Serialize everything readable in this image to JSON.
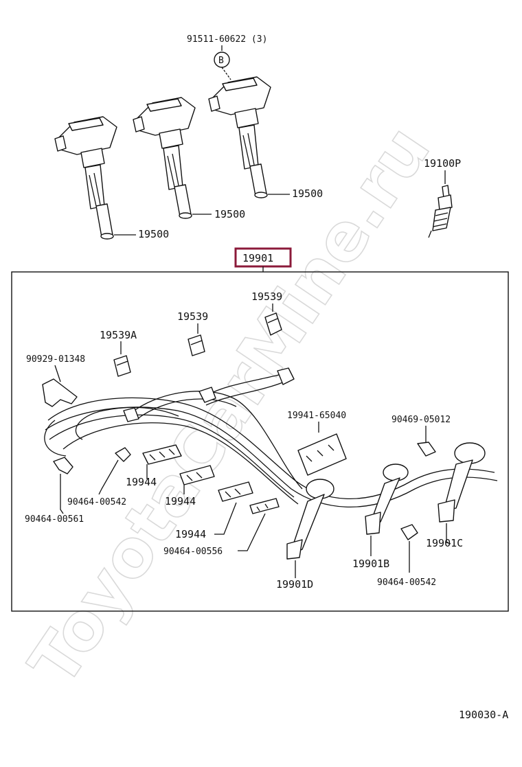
{
  "watermark": "ToyotaCarMine.ru",
  "figure_id": "190030-A",
  "accent_color": "#8b1a3a",
  "callouts": {
    "bolt": "91511-60622 (3)",
    "bolt_ref": "B",
    "coil_left": "19500",
    "coil_mid": "19500",
    "coil_right": "19500",
    "spark_plug": "19100P",
    "harness_assy": "19901",
    "boot_1": "19539",
    "boot_2": "19539",
    "boot_3": "19539A",
    "clamp_a": "90929-01348",
    "holder_top": "19941-65040",
    "clamp_b": "90469-05012",
    "separator_1": "19944",
    "separator_2": "19944",
    "separator_3": "19944",
    "clamp_c": "90464-00542",
    "clamp_d": "90464-00561",
    "clamp_e": "90464-00556",
    "cord_d": "19901D",
    "cord_b": "19901B",
    "cord_c": "19901C",
    "clamp_f": "90464-00542"
  }
}
